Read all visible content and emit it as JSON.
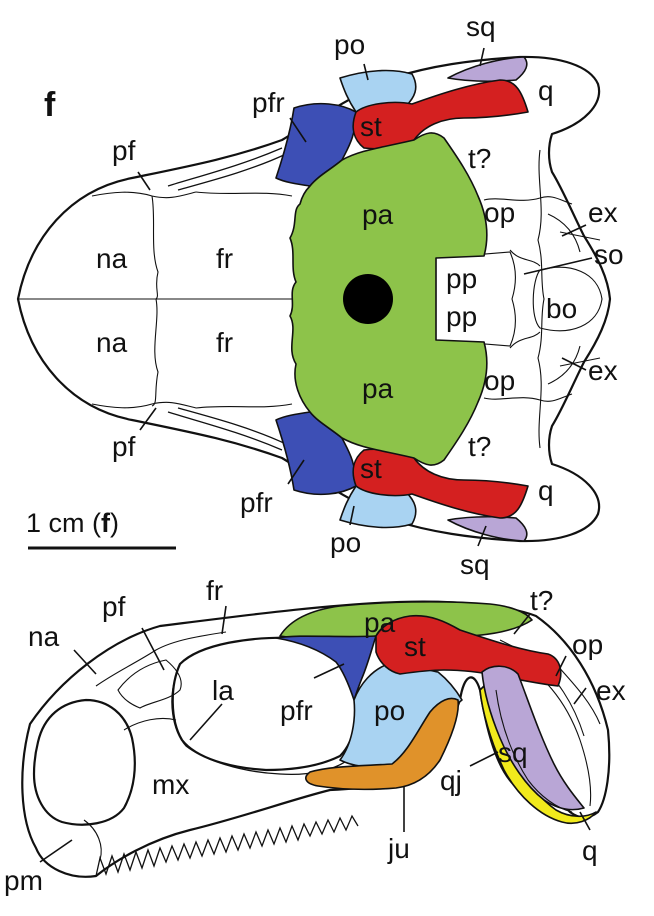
{
  "figure": {
    "panel_label": "f",
    "scale_bar": {
      "prefix": "1 cm (",
      "bold": "f",
      "suffix": ")"
    }
  },
  "colors": {
    "parietal": "#8dc34a",
    "supratemporal": "#d42020",
    "postfrontal": "#3d4fb5",
    "postorbital": "#a9d3f2",
    "squamosal": "#b9a6d6",
    "jugal": "#e0922a",
    "quadratojugal": "#f1ea1c",
    "pineal_foramen": "#000000"
  },
  "dorsal_view": {
    "labels": {
      "pf_top": "pf",
      "pfr_top": "pfr",
      "po_top": "po",
      "sq_top": "sq",
      "q_top": "q",
      "st_top": "st",
      "t_top": "t?",
      "op_top": "op",
      "ex_top": "ex",
      "so": "so",
      "pp_top": "pp",
      "pp_bottom": "pp",
      "bo": "bo",
      "ex_bottom": "ex",
      "op_bottom": "op",
      "t_bottom": "t?",
      "q_bottom": "q",
      "st_bottom": "st",
      "sq_bottom": "sq",
      "po_bottom": "po",
      "pfr_bottom": "pfr",
      "pf_bottom": "pf",
      "na_top": "na",
      "na_bottom": "na",
      "fr_top": "fr",
      "fr_bottom": "fr",
      "pa_top": "pa",
      "pa_bottom": "pa"
    }
  },
  "lateral_view": {
    "labels": {
      "na": "na",
      "pf": "pf",
      "fr": "fr",
      "pa": "pa",
      "t": "t?",
      "op": "op",
      "st": "st",
      "ex": "ex",
      "la": "la",
      "pfr": "pfr",
      "po": "po",
      "mx": "mx",
      "sq": "sq",
      "qj": "qj",
      "q": "q",
      "ju": "ju",
      "pm": "pm"
    }
  }
}
